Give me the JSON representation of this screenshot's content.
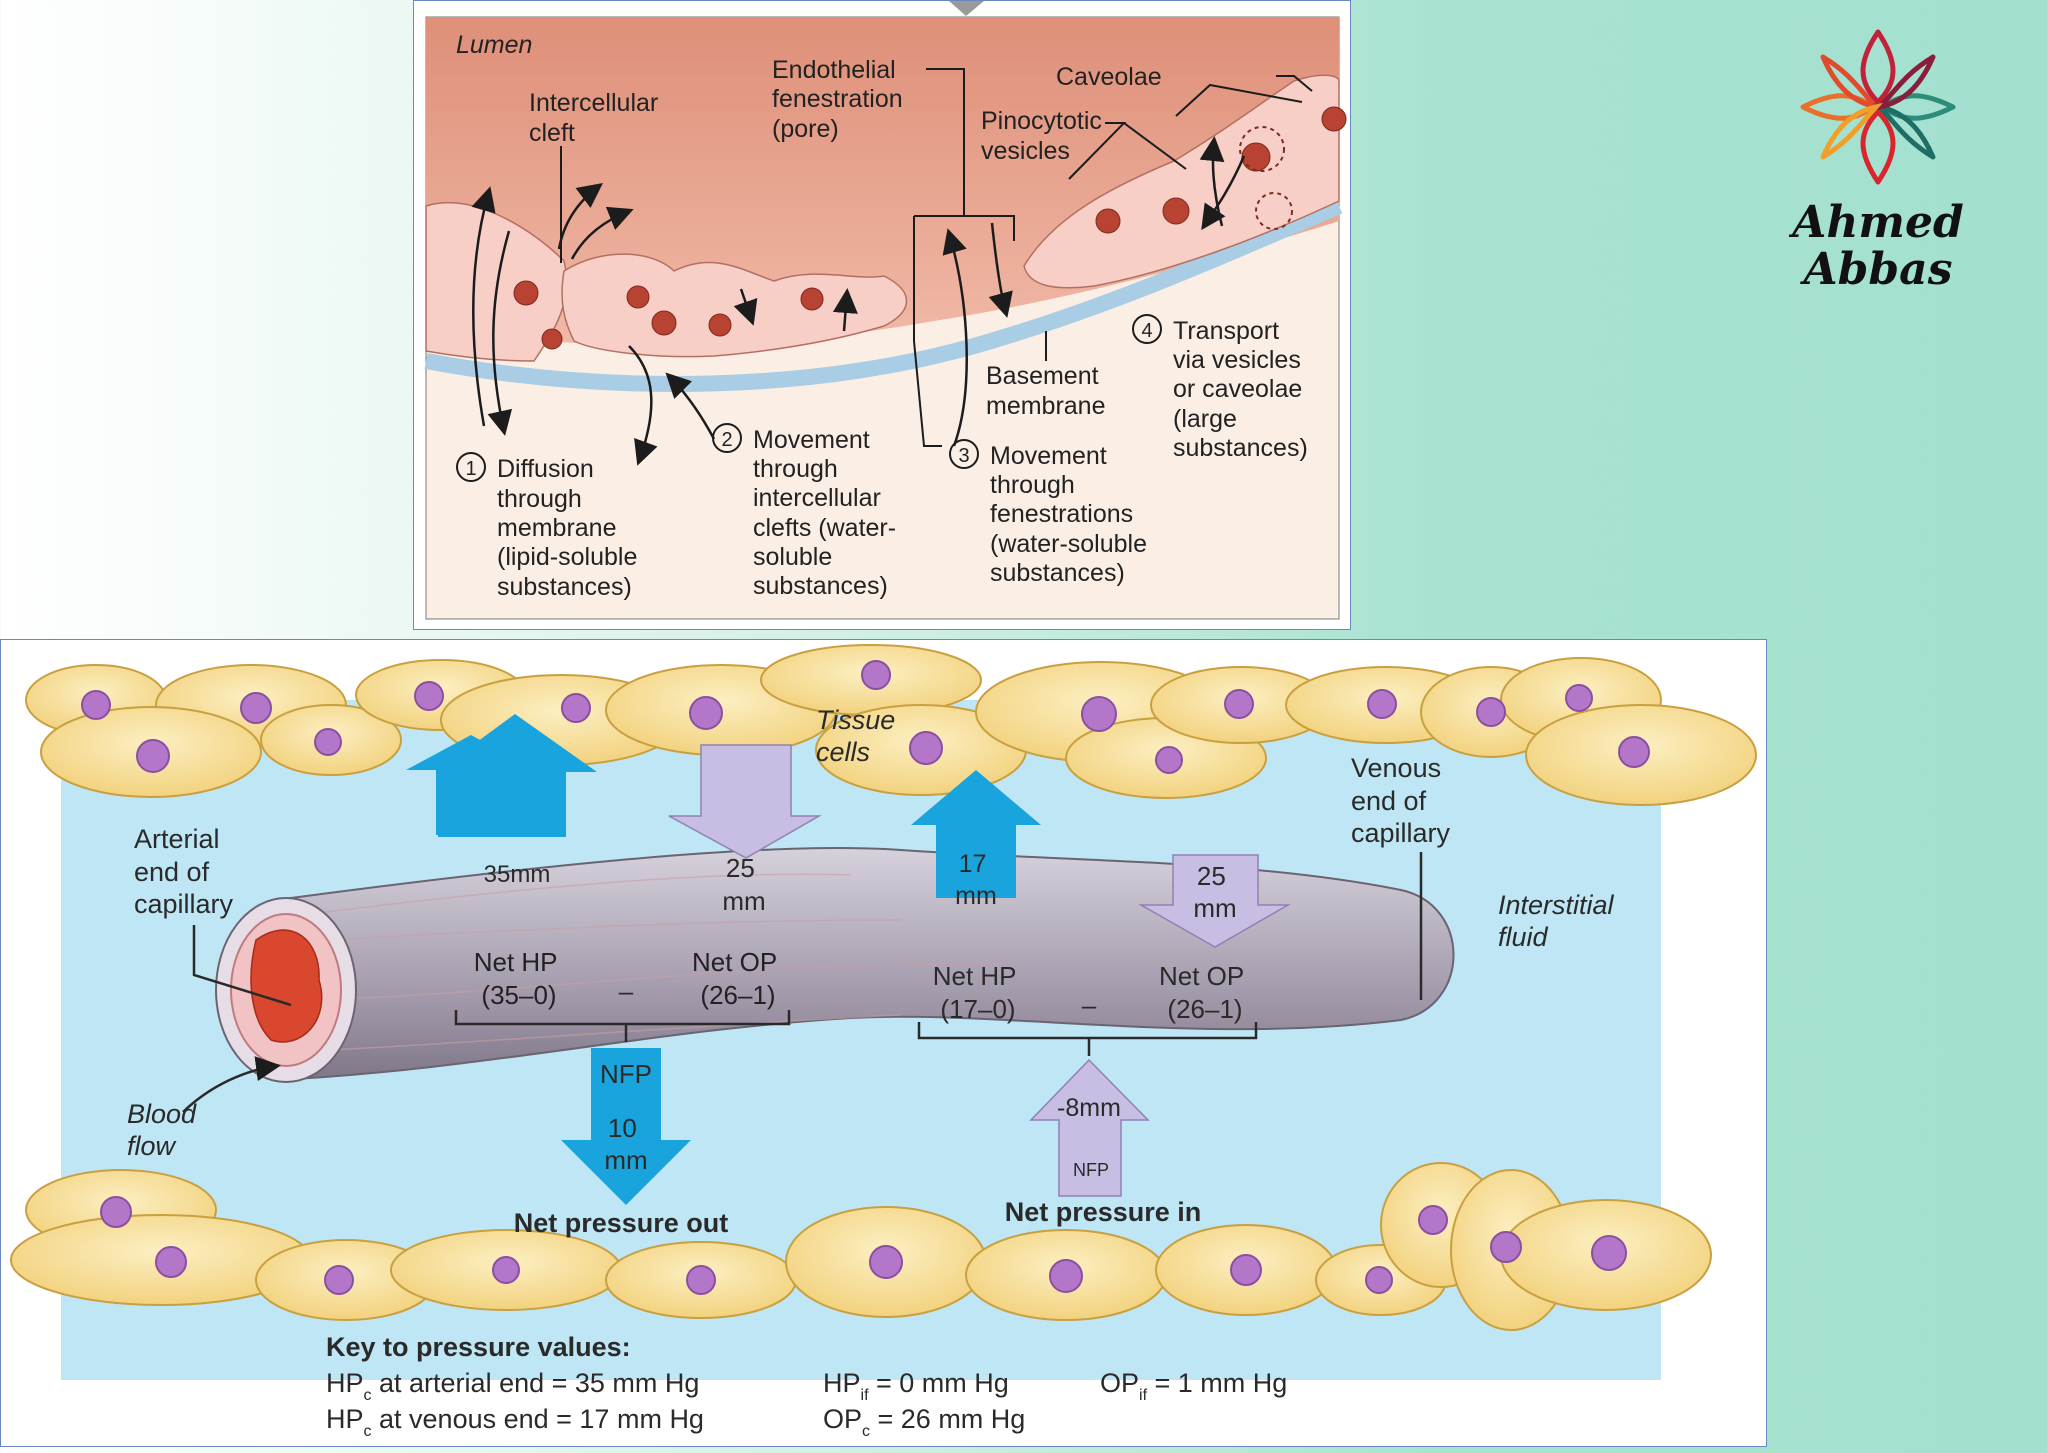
{
  "top_diagram": {
    "lumen": "Lumen",
    "intercellular_cleft": [
      "Intercellular",
      "cleft"
    ],
    "endothelial_fenestration": [
      "Endothelial",
      "fenestration",
      "(pore)"
    ],
    "caveolae": "Caveolae",
    "pinocytotic_vesicles": [
      "Pinocytotic",
      "vesicles"
    ],
    "basement_membrane": [
      "Basement",
      "membrane"
    ],
    "step1": {
      "num": "1",
      "lines": [
        "Diffusion",
        "through",
        "membrane",
        "(lipid-soluble",
        "substances)"
      ]
    },
    "step2": {
      "num": "2",
      "lines": [
        "Movement",
        "through",
        "intercellular",
        "clefts (water-",
        "soluble",
        "substances)"
      ]
    },
    "step3": {
      "num": "3",
      "lines": [
        "Movement",
        "through",
        "fenestrations",
        "(water-soluble",
        "substances)"
      ]
    },
    "step4": {
      "num": "4",
      "lines": [
        "Transport",
        "via vesicles",
        "or caveolae",
        "(large",
        "substances)"
      ]
    }
  },
  "bottom_diagram": {
    "tissue_cells": [
      "Tissue",
      "cells"
    ],
    "venous_end": [
      "Venous",
      "end of",
      "capillary"
    ],
    "arterial_end": [
      "Arterial",
      "end of",
      "capillary"
    ],
    "interstitial_fluid": [
      "Interstitial",
      "fluid"
    ],
    "blood_flow": [
      "Blood",
      "flow"
    ],
    "arterial": {
      "hp_arrow": "35mm",
      "op_arrow": [
        "25",
        "mm"
      ],
      "net_hp": [
        "Net HP",
        "(35–0)"
      ],
      "net_op": [
        "Net OP",
        "(26–1)"
      ],
      "minus": "–",
      "nfp_label": "NFP",
      "nfp_value": [
        "10",
        "mm"
      ],
      "caption": "Net pressure out"
    },
    "venous": {
      "hp_arrow": [
        "17",
        "mm"
      ],
      "op_arrow": [
        "25",
        "mm"
      ],
      "net_hp": [
        "Net HP",
        "(17–0)"
      ],
      "net_op": [
        "Net OP",
        "(26–1)"
      ],
      "minus": "–",
      "nfp_value": "-8mm",
      "nfp_label": "NFP",
      "caption": "Net pressure in"
    },
    "key": {
      "title": "Key to pressure values:",
      "row1": [
        {
          "main": "HP",
          "sub": "c",
          "rest": " at arterial end = 35 mm Hg"
        },
        {
          "main": "HP",
          "sub": "if",
          "rest": " = 0 mm Hg"
        },
        {
          "main": "OP",
          "sub": "if",
          "rest": " = 1 mm Hg"
        }
      ],
      "row2": [
        {
          "main": "HP",
          "sub": "c",
          "rest": " at venous end = 17 mm Hg"
        },
        {
          "main": "OP",
          "sub": "c",
          "rest": " = 26 mm Hg"
        }
      ]
    }
  },
  "logo": {
    "line1": "Ahmed",
    "line2": "Abbas"
  },
  "colors": {
    "lumen": "#e79b84",
    "endothelium": "#f7cfc7",
    "basement": "#a8cde4",
    "interstitial": "#bfe6f5",
    "cell": "#f7df9a",
    "nucleus": "#b476c8",
    "hp_arrow": "#1aa4dd",
    "op_arrow": "#c8bde3",
    "bg_teal": "#a4e0cf"
  }
}
